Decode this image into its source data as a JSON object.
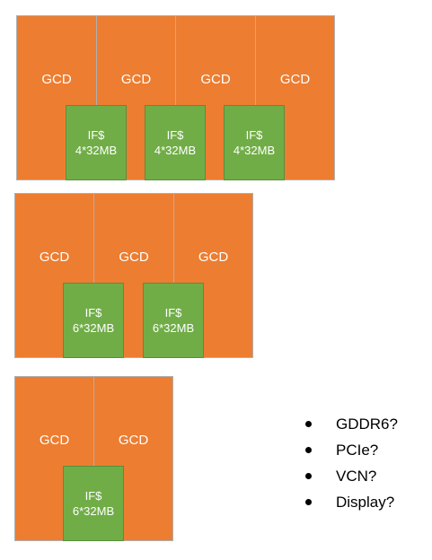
{
  "configurations": [
    {
      "gcd_labels": [
        "GCD",
        "GCD",
        "GCD",
        "GCD"
      ],
      "caches": [
        {
          "line1": "IF$",
          "line2": "4*32MB"
        },
        {
          "line1": "IF$",
          "line2": "4*32MB"
        },
        {
          "line1": "IF$",
          "line2": "4*32MB"
        }
      ]
    },
    {
      "gcd_labels": [
        "GCD",
        "GCD",
        "GCD"
      ],
      "caches": [
        {
          "line1": "IF$",
          "line2": "6*32MB"
        },
        {
          "line1": "IF$",
          "line2": "6*32MB"
        }
      ]
    },
    {
      "gcd_labels": [
        "GCD",
        "GCD"
      ],
      "caches": [
        {
          "line1": "IF$",
          "line2": "6*32MB"
        }
      ]
    }
  ],
  "notes": [
    "GDDR6?",
    "PCIe?",
    "VCN?",
    "Display?"
  ],
  "colors": {
    "gcd": "#ED7D31",
    "infinity_cache": "#70AD47",
    "label_text": "#FFFFFF"
  }
}
